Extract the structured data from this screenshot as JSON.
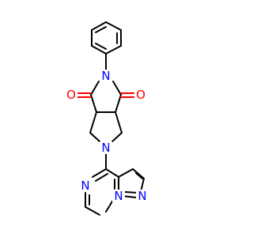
{
  "molecule": {
    "atoms": {
      "n_imide": "N",
      "o_left": "O",
      "o_right": "O",
      "n_pyrrolidine": "N",
      "n_pyrazine": "N",
      "n_bridge": "N",
      "n_pyrazole": "N"
    },
    "colors": {
      "bond": "#000000",
      "nitrogen": "#0000ff",
      "oxygen": "#ff0000"
    }
  }
}
